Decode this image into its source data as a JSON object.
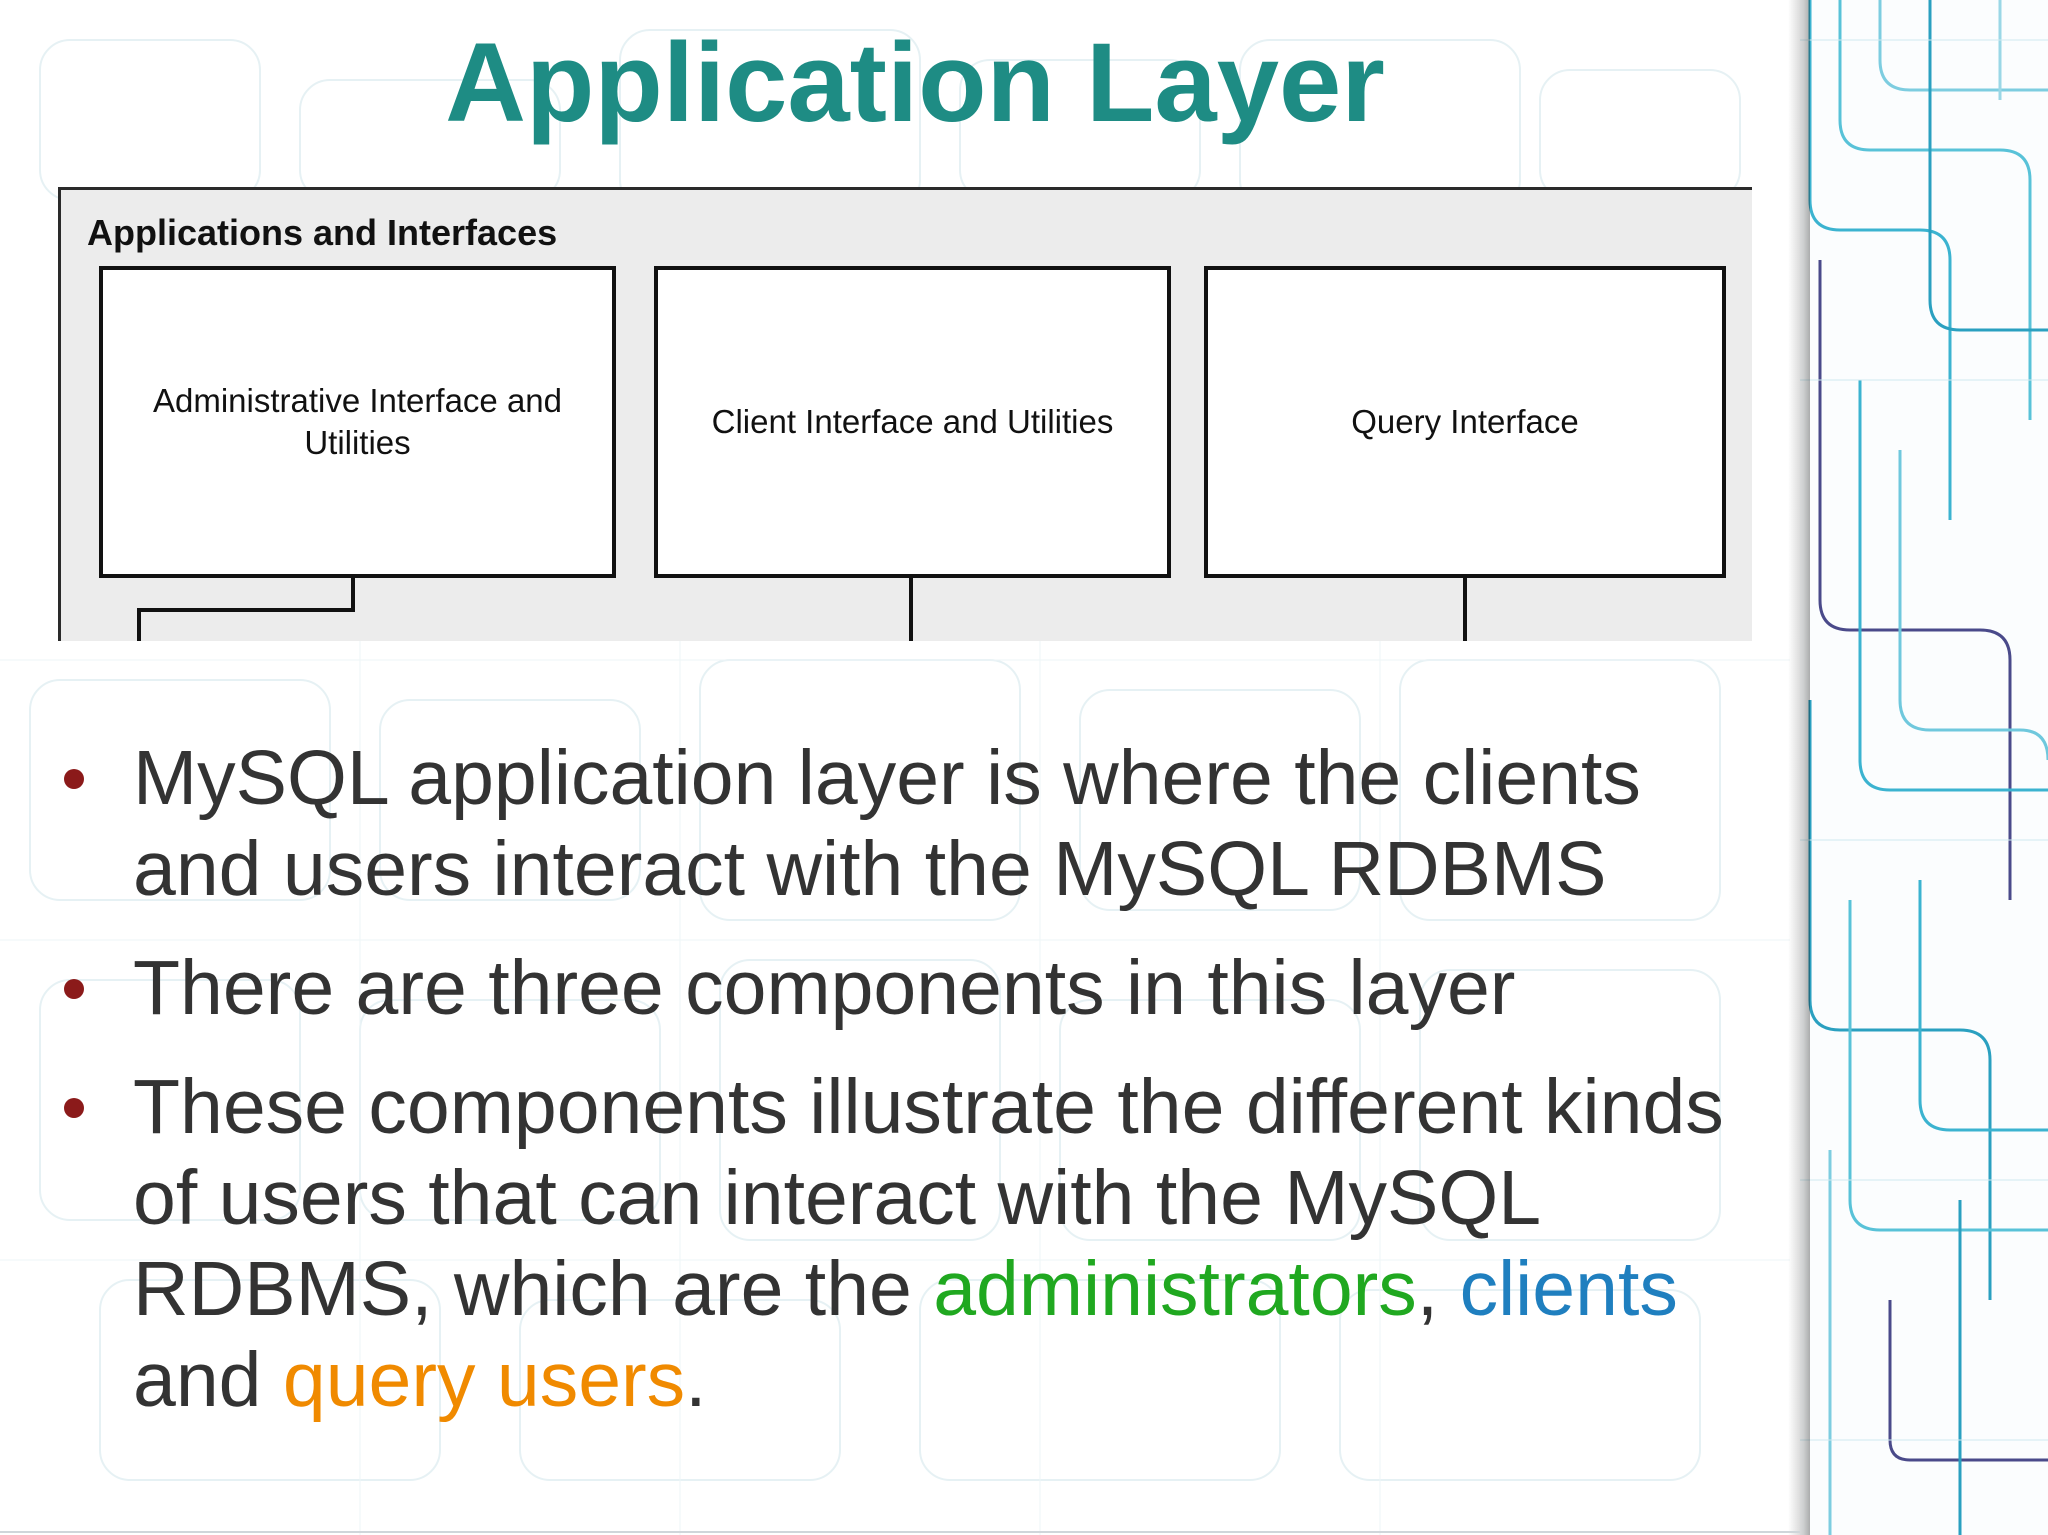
{
  "slide": {
    "title": "Application Layer"
  },
  "diagram": {
    "group_label": "Applications and Interfaces",
    "components": [
      {
        "label": "Administrative Interface and Utilities"
      },
      {
        "label": "Client Interface and Utilities"
      },
      {
        "label": "Query Interface"
      }
    ]
  },
  "bullets": [
    {
      "text": "MySQL application layer is where the clients and users interact with the MySQL RDBMS"
    },
    {
      "text": "There are three components in this layer"
    },
    {
      "text_before": "These components illustrate the different kinds of users that can interact with the MySQL RDBMS, which are the ",
      "administrators": "administrators",
      "comma": ", ",
      "clients": "clients",
      "and": " and ",
      "query_users": "query users",
      "period": "."
    }
  ],
  "colors": {
    "title": "#1e8c84",
    "bullet_dot": "#8b1a1a",
    "administrators": "#20a820",
    "clients": "#1f7fbf",
    "query_users": "#f08a00",
    "body_text": "#333333"
  }
}
